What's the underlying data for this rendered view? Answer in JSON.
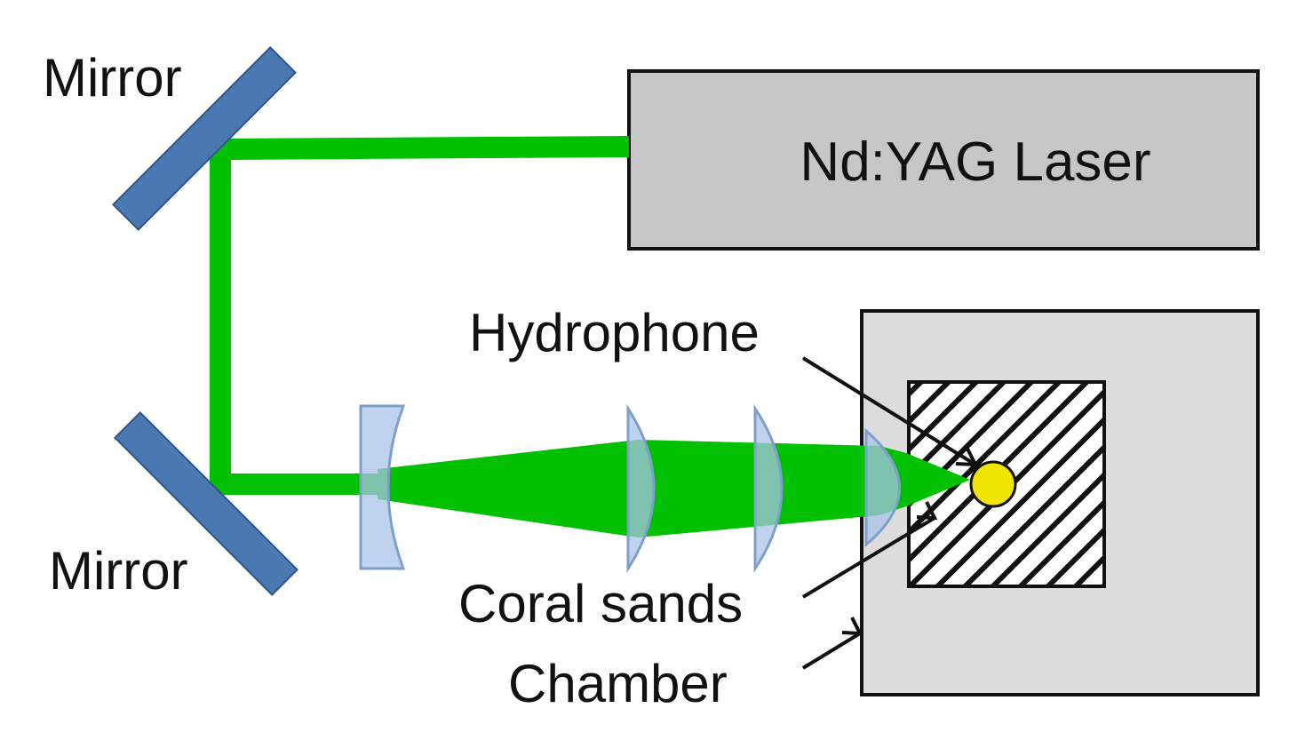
{
  "labels": {
    "mirror_top": "Mirror",
    "mirror_bottom": "Mirror",
    "laser": "Nd:YAG Laser",
    "hydrophone": "Hydrophone",
    "coral_sands": "Coral sands",
    "chamber": "Chamber"
  },
  "colors": {
    "beam": "#00c000",
    "mirror": "#4a78b0",
    "mirror_stroke": "#2f5685",
    "lens_fill": "#a9c4e8",
    "lens_stroke": "#7f9fcb",
    "laser_box": "#c6c6c6",
    "chamber_box": "#dcdcdc",
    "hydrophone": "#f1e400",
    "outline": "#111111"
  },
  "icons": {
    "mirror": "flat-mirror-plate",
    "lens": "optical-lens",
    "sample": "hatched-coral-sand-box",
    "sensor": "hydrophone-disc"
  }
}
